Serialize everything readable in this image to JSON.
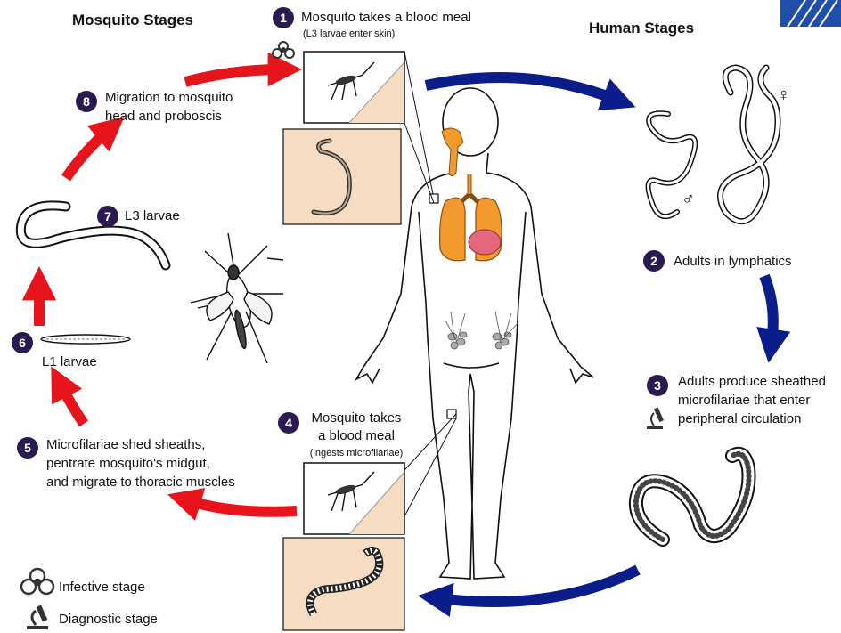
{
  "headings": {
    "mosquito": "Mosquito Stages",
    "human": "Human Stages"
  },
  "steps": [
    {
      "num": "1",
      "text": "Mosquito takes a blood meal",
      "sub": "(L3 larvae enter skin)"
    },
    {
      "num": "2",
      "text": "Adults in lymphatics"
    },
    {
      "num": "3",
      "line1": "Adults produce sheathed",
      "line2": "microfilariae that enter",
      "line3": "peripheral circulation"
    },
    {
      "num": "4",
      "line1": "Mosquito takes",
      "line2": "a blood meal",
      "sub": "(ingests microfilariae)"
    },
    {
      "num": "5",
      "line1": "Microfilariae shed sheaths,",
      "line2": "pentrate mosquito's midgut,",
      "line3": "and migrate to thoracic muscles"
    },
    {
      "num": "6",
      "text": "L1 larvae"
    },
    {
      "num": "7",
      "text": "L3 larvae"
    },
    {
      "num": "8",
      "line1": "Migration to mosquito",
      "line2": "head and proboscis"
    }
  ],
  "symbols": {
    "male": "♂",
    "female": "♀"
  },
  "legend": {
    "infective": "Infective stage",
    "diagnostic": "Diagnostic stage"
  },
  "colors": {
    "human_cycle_arrow": "#0b1d8a",
    "mosquito_cycle_arrow": "#e8141b",
    "step_badge": "#2b1a4f",
    "inset_background": "#f6dcc3",
    "organ": "#f29a2e",
    "heart": "#e4677e"
  }
}
